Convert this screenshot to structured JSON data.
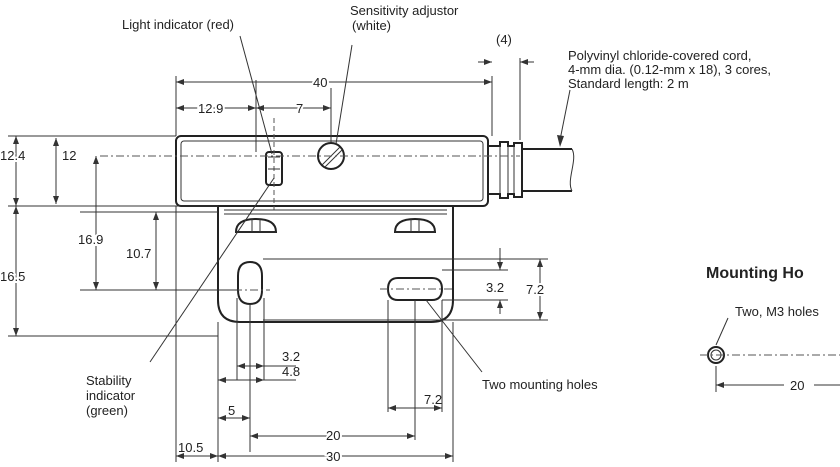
{
  "labels": {
    "light_indicator": "Light indicator (red)",
    "sensitivity_line1": "Sensitivity adjustor",
    "sensitivity_line2": "(white)",
    "dim_4": "(4)",
    "cord_line1": "Polyvinyl chloride-covered cord,",
    "cord_line2": "4-mm dia. (0.12-mm x 18), 3 cores,",
    "cord_line3": "Standard length: 2 m",
    "stability_line1": "Stability",
    "stability_line2": "indicator",
    "stability_line3": "(green)",
    "two_mounting_holes": "Two mounting holes",
    "mounting_holes_title": "Mounting Ho",
    "two_m3_holes": "Two, M3 holes"
  },
  "dimensions": {
    "d40": "40",
    "d12_9": "12.9",
    "d7": "7",
    "d12_4": "12.4",
    "d12": "12",
    "d16_9": "16.9",
    "d10_7": "10.7",
    "d16_5": "16.5",
    "d3_2a": "3.2",
    "d7_2a": "7.2",
    "d3_2b": "3.2",
    "d4_8": "4.8",
    "d5": "5",
    "d20a": "20",
    "d7_2b": "7.2",
    "d10_5": "10.5",
    "d30": "30",
    "d20b": "20"
  }
}
